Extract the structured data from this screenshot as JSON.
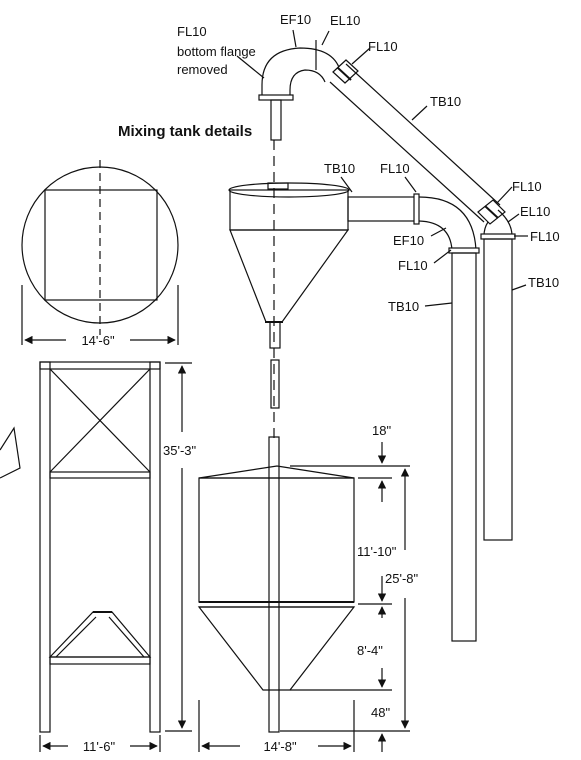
{
  "title": "Mixing tank details",
  "labels": {
    "fl10_top": "FL10",
    "fl10_top_note1": "bottom flange",
    "fl10_top_note2": "removed",
    "ef10_top": "EF10",
    "el10_top": "EL10",
    "fl10_top_right": "FL10",
    "tb10_diag": "TB10",
    "tb10_mid": "TB10",
    "fl10_mid": "FL10",
    "ef10_mid": "EF10",
    "fl10_mid_low": "FL10",
    "tb10_left_long": "TB10",
    "fl10_right_a": "FL10",
    "el10_right": "EL10",
    "fl10_right_b": "FL10",
    "tb10_right": "TB10"
  },
  "dimensions": {
    "circle_width": "14'-6\"",
    "frame_height": "35'-3\"",
    "frame_width": "11'-6\"",
    "tank_width": "14'-8\"",
    "top_gap": "18\"",
    "cyl_height": "11'-10\"",
    "total_height": "25'-8\"",
    "cone_height": "8'-4\"",
    "bottom_gap": "48\""
  }
}
